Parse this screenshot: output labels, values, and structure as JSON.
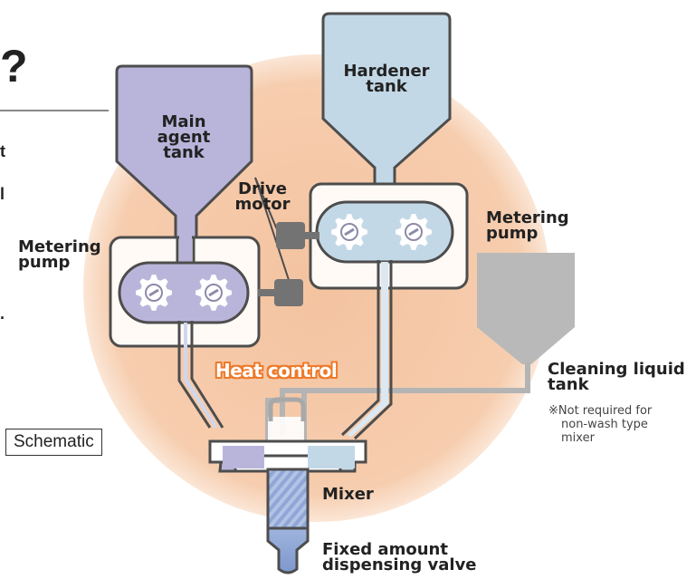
{
  "page": {
    "heading_fragment": "?",
    "edge_fragments": [
      "t",
      "l",
      "."
    ],
    "schematic_label": "Schematic"
  },
  "diagram": {
    "main_tank": {
      "line1": "Main",
      "line2": "agent tank"
    },
    "hardener_tank": {
      "line1": "Hardener",
      "line2": "tank"
    },
    "drive_motor": {
      "line1": "Drive",
      "line2": "motor"
    },
    "metering_pump_left": {
      "line1": "Metering",
      "line2": "pump"
    },
    "metering_pump_right": {
      "line1": "Metering",
      "line2": "pump"
    },
    "heat_control": "Heat control",
    "cleaning_tank": {
      "line1": "Cleaning liquid",
      "line2": "tank"
    },
    "cleaning_note": {
      "line1": "※Not required for",
      "line2": "non-wash type",
      "line3": "mixer"
    },
    "mixer": "Mixer",
    "valve": {
      "line1": "Fixed amount",
      "line2": "dispensing valve"
    }
  },
  "colors": {
    "main_agent": "#b9b5da",
    "hardener": "#c3d8e6",
    "heat_zone": "#f4c6a4",
    "heat_text_stroke": "#ee7a2a",
    "cleaning": "#b7b7b7",
    "outline": "#4d4d4d"
  }
}
